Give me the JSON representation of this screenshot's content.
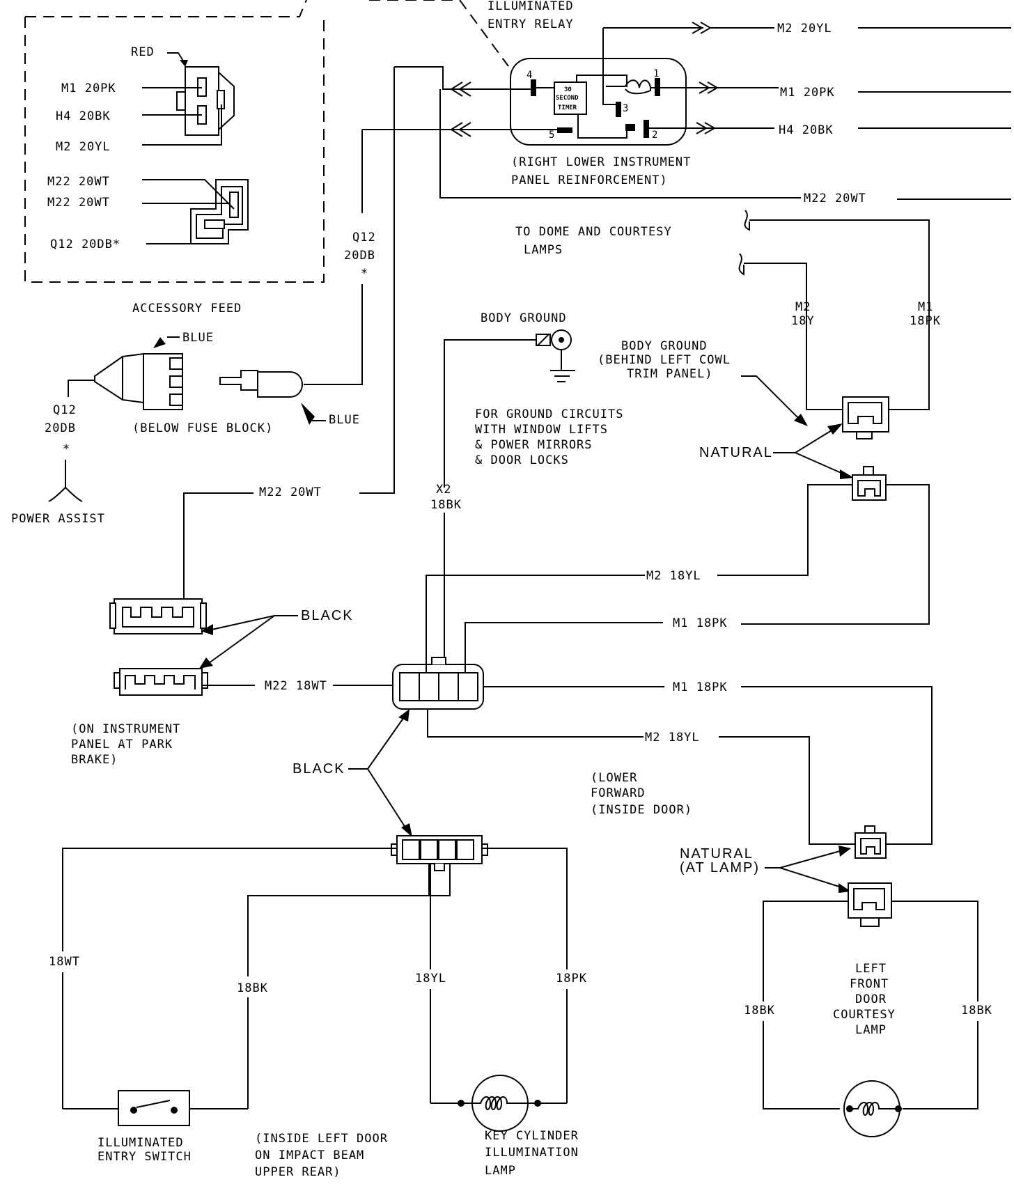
{
  "relay": {
    "title_line1": "ILLUMINATED",
    "title_line2": "ENTRY RELAY",
    "timer_line1": "30",
    "timer_line2": "SECOND",
    "timer_line3": "TIMER",
    "pins": [
      "4",
      "1",
      "3",
      "5",
      "2"
    ],
    "location_line1": "(RIGHT LOWER INSTRUMENT",
    "location_line2": "PANEL REINFORCEMENT)"
  },
  "accessory": {
    "red_label": "RED",
    "wire_m1": "M1    20PK",
    "wire_h4": "H4    20BK",
    "wire_m2": "M2    20YL",
    "wire_m22a": "M22   20WT",
    "wire_m22b": "M22   20WT",
    "wire_q12": "Q12   20DB*",
    "label": "ACCESSORY FEED"
  },
  "q12_vertical": {
    "line1": "Q12",
    "line2": "20DB",
    "star": "*"
  },
  "blue_connector": {
    "blue_top": "BLUE",
    "blue_bottom": "BLUE",
    "q12_line1": "Q12",
    "q12_line2": "20DB",
    "star": "*",
    "location": "(BELOW FUSE BLOCK)",
    "power_assist": "POWER ASSIST"
  },
  "right_wires": {
    "m2": "M2   20YL",
    "m1": "M1   20PK",
    "h4": "H4   20BK",
    "m22": "M22   20WT"
  },
  "dome": {
    "line1": "TO DOME AND COURTESY",
    "line2": "LAMPS",
    "m2_line1": "M2",
    "m2_line2": "18Y",
    "m1_line1": "M1",
    "m1_line2": "18PK"
  },
  "body_ground": {
    "label": "BODY GROUND",
    "circuits_line1": "FOR GROUND CIRCUITS",
    "circuits_line2": "WITH WINDOW LIFTS",
    "circuits_line3": "& POWER MIRRORS",
    "circuits_line4": "& DOOR LOCKS",
    "left_line1": "BODY GROUND",
    "left_line2": "(BEHIND LEFT COWL",
    "left_line3": "TRIM PANEL)"
  },
  "natural_top": "NATURAL",
  "left_panel": {
    "m22_20wt": "M22   20WT",
    "black": "BLACK",
    "m22_18wt": "M22 18WT",
    "location_line1": "(ON INSTRUMENT",
    "location_line2": "PANEL AT PARK",
    "location_line3": "BRAKE)"
  },
  "x2": {
    "line1": "X2",
    "line2": "18BK"
  },
  "center_wires": {
    "m2_a": "M2 18YL",
    "m1_a": "M1 18PK",
    "m1_b": "M1 18PK",
    "m2_b": "M2 18YL"
  },
  "black_center": "BLACK",
  "lower_forward": {
    "line1": "(LOWER",
    "line2": "FORWARD",
    "line3": "(INSIDE DOOR)"
  },
  "natural_lamp": {
    "line1": "NATURAL",
    "line2": "(AT LAMP)"
  },
  "bottom": {
    "wire_18wt": "18WT",
    "wire_18bk": "18BK",
    "wire_18yl": "18YL",
    "wire_18pk": "18PK",
    "switch_line1": "ILLUMINATED",
    "switch_line2": "ENTRY SWITCH",
    "door_line1": "(INSIDE LEFT DOOR",
    "door_line2": "ON IMPACT BEAM",
    "door_line3": "UPPER REAR)",
    "lamp_line1": "KEY CYLINDER",
    "lamp_line2": "ILLUMINATION",
    "lamp_line3": "LAMP"
  },
  "courtesy": {
    "line1": "LEFT",
    "line2": "FRONT",
    "line3": "DOOR",
    "line4": "COURTESY",
    "line5": "LAMP",
    "left_wire": "18BK",
    "right_wire": "18BK"
  }
}
